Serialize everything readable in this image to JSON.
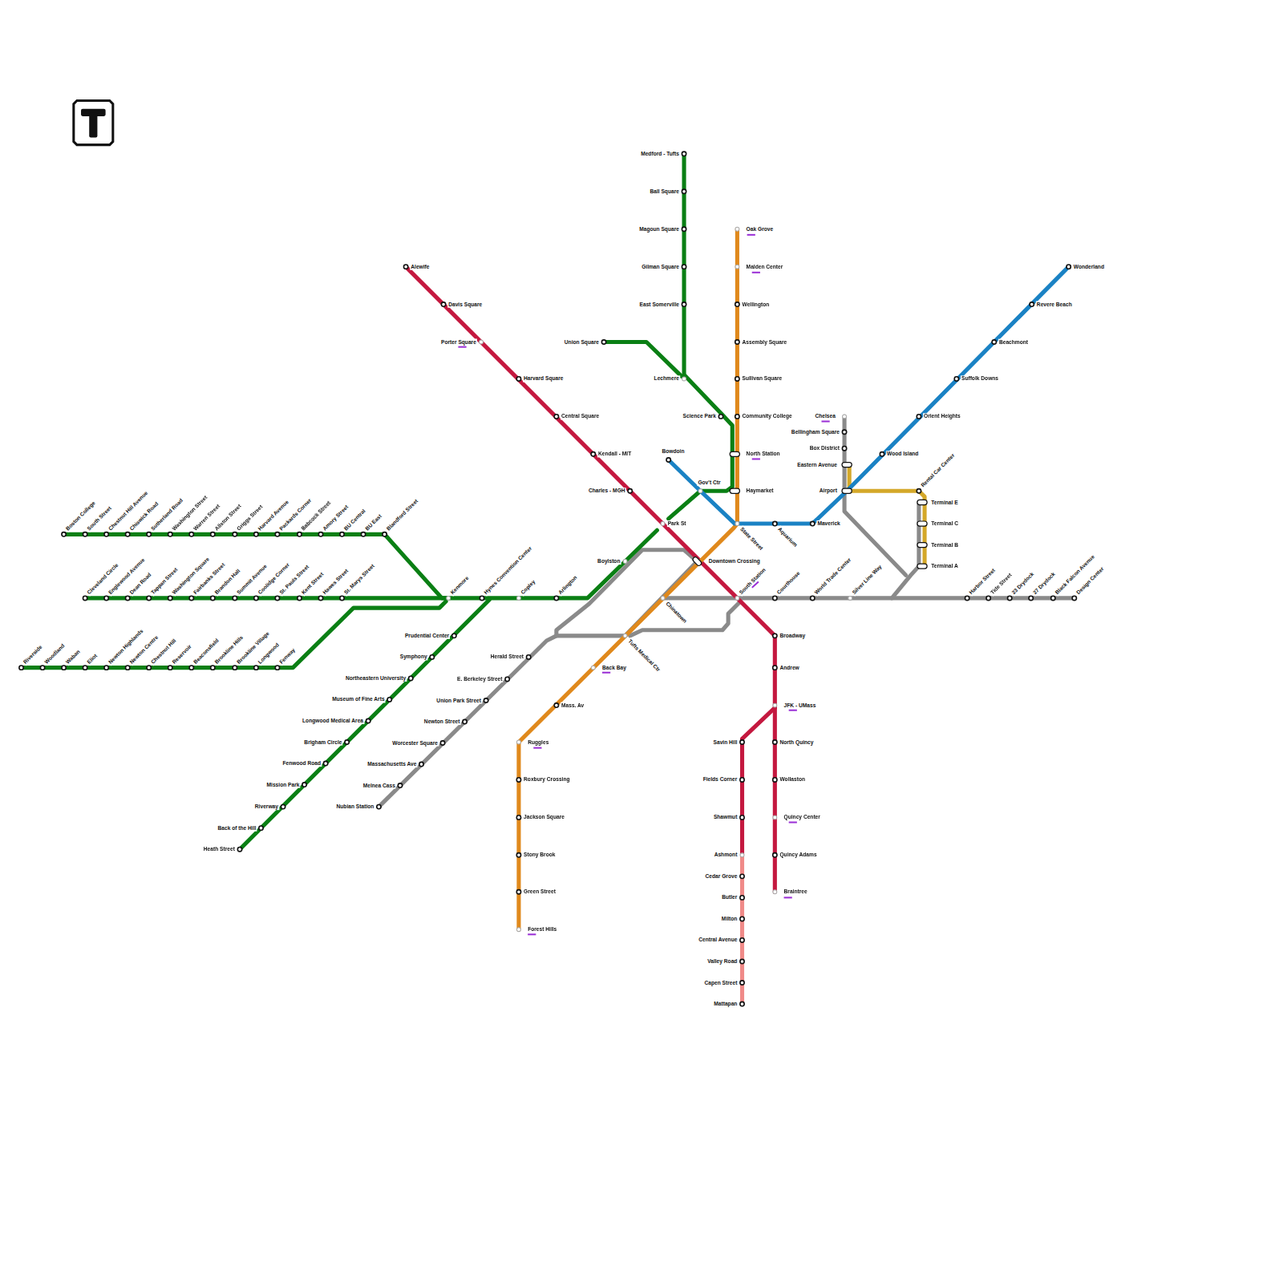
{
  "diagram": {
    "labels": [
      "Boston College",
      "South Street",
      "Chestnut Hill Avenue",
      "Chiswick Road",
      "Sutherland Road",
      "Washington Street",
      "Warren Street",
      "Allston Street",
      "Griggs Street",
      "Harvard Avenue",
      "Packards Corner",
      "Babcock Street",
      "Amory Street",
      "BU Central",
      "BU East",
      "Blandford Street",
      "Cleveland Circle",
      "Englewood Avenue",
      "Dean Road",
      "Tappan Street",
      "Washington Square",
      "Fairbanks Street",
      "Brandon Hall",
      "Summit Avenue",
      "Coolidge Corner",
      "St. Pauls Street",
      "Kent Street",
      "Hawes Street",
      "St. Marys Street",
      "Kenmore",
      "Hynes Convention Center",
      "Copley",
      "Arlington",
      "Riverside",
      "Woodland",
      "Waban",
      "Eliot",
      "Newton Highlands",
      "Newton Centre",
      "Chestnut Hill",
      "Reservoir",
      "Beaconsfield",
      "Brookline Hills",
      "Brookline Village",
      "Longwood",
      "Fenway",
      "Prudential Center",
      "Symphony",
      "Northeastern University",
      "Museum of Fine Arts",
      "Longwood Medical Area",
      "Brigham Circle",
      "Fenwood Road",
      "Mission Park",
      "Riverway",
      "Back of the Hill",
      "Heath Street",
      "Medford - Tufts",
      "Ball Square",
      "Magoun Square",
      "Gilman Square",
      "East Somerville",
      "Union Square",
      "Lechmere",
      "Science Park",
      "Bowdoin",
      "Gov't Ctr",
      "Boylston",
      "Alewife",
      "Davis Square",
      "Porter Square",
      "Harvard Square",
      "Central Square",
      "Kendall - MIT",
      "Charles - MGH",
      "Park St",
      "Downtown Crossing",
      "South Station",
      "Broadway",
      "Andrew",
      "JFK - UMass",
      "Savin Hill",
      "Fields Corner",
      "Shawmut",
      "Ashmont",
      "Cedar Grove",
      "Butler",
      "Milton",
      "Central Avenue",
      "Valley Road",
      "Capen Street",
      "Mattapan",
      "North Quincy",
      "Wollaston",
      "Quincy Center",
      "Quincy Adams",
      "Braintree",
      "Oak Grove",
      "Malden Center",
      "Wellington",
      "Assembly Square",
      "Sullivan Square",
      "Community College",
      "North Station",
      "Haymarket",
      "State Street",
      "Chinatown",
      "Tufts Medical Ctr",
      "Back Bay",
      "Mass. Av",
      "Ruggles",
      "Roxbury Crossing",
      "Jackson Square",
      "Stony Brook",
      "Green Street",
      "Forest Hills",
      "Aquarium",
      "Maverick",
      "Wood Island",
      "Orient Heights",
      "Suffolk Downs",
      "Beachmont",
      "Revere Beach",
      "Wonderland",
      "Nubian Station",
      "Melnea Cass",
      "Massachusetts Ave",
      "Worcester Square",
      "Newton Street",
      "Union Park Street",
      "E. Berkeley Street",
      "Herald Street",
      "Courthouse",
      "World Trade Center",
      "Silver Line Way",
      "Harbor Street",
      "Tide Street",
      "23 Drydock",
      "27 Drydock",
      "Black Falcon Avenue",
      "Design Center",
      "Chelsea",
      "Bellingham Square",
      "Box District",
      "Eastern Avenue",
      "Airport",
      "Rental Car Center",
      "Terminal E",
      "Terminal C",
      "Terminal B",
      "Terminal A"
    ]
  }
}
